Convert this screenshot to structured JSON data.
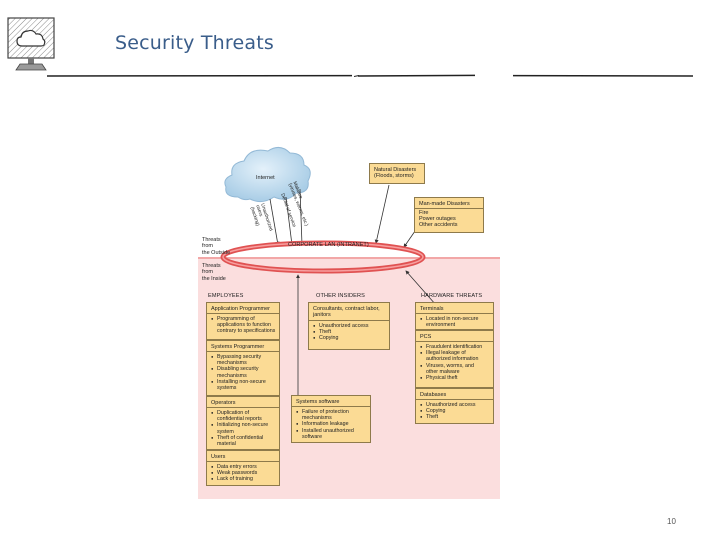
{
  "title": "Security Threats",
  "page_number": "10",
  "diagram": {
    "internet": "Internet",
    "internet_threats": [
      "Malware\n(viruses, worms, etc.)",
      "Denial of service",
      "Unauthorized\nusers\n(hacking)"
    ],
    "natural": "Natural Disasters\n(Floods, storms)",
    "manmade": {
      "title": "Man-made Disasters",
      "items": [
        "Fire",
        "Power outages",
        "Other accidents"
      ]
    },
    "lan": "CORPORATE LAN (INTRANET)",
    "threats_outside": "Threats\nfrom\nthe Outside",
    "threats_inside": "Threats\nfrom\nthe Inside",
    "employees_header": "EMPLOYEES",
    "other_insiders_header": "OTHER INSIDERS",
    "hardware_header": "HARDWARE THREATS",
    "app_prog": {
      "title": "Application Programmer",
      "items": [
        "Programming of\napplications to function\ncontrary to specifications"
      ]
    },
    "sys_prog": {
      "title": "Systems Programmer",
      "items": [
        "Bypassing security\nmechanisms",
        "Disabling security\nmechanisms",
        "Installing non-secure\nsystems"
      ]
    },
    "operators": {
      "title": "Operators",
      "items": [
        "Duplication of\nconfidential reports",
        "Initializing non-secure\nsystem",
        "Theft of confidential\nmaterial"
      ]
    },
    "users": {
      "title": "Users",
      "items": [
        "Data entry errors",
        "Weak passwords",
        "Lack of training"
      ]
    },
    "consultants": {
      "title": "Consultants, contract labor,\njanitors",
      "items": [
        "Unauthorized access",
        "Theft",
        "Copying"
      ]
    },
    "sys_software": {
      "title": "Systems software",
      "items": [
        "Failure of protection\nmechanisms",
        "Information leakage",
        "Installed unauthorized\nsoftware"
      ]
    },
    "terminals": {
      "title": "Terminals",
      "items": [
        "Located in non-secure\nenvironment"
      ]
    },
    "pcs": {
      "title": "PCS",
      "items": [
        "Fraudulent identification",
        "Illegal leakage of\nauthorized information",
        "Viruses, worms, and\nother malware",
        "Physical theft"
      ]
    },
    "databases": {
      "title": "Databases",
      "items": [
        "Unauthorized access",
        "Copying",
        "Theft"
      ]
    }
  }
}
